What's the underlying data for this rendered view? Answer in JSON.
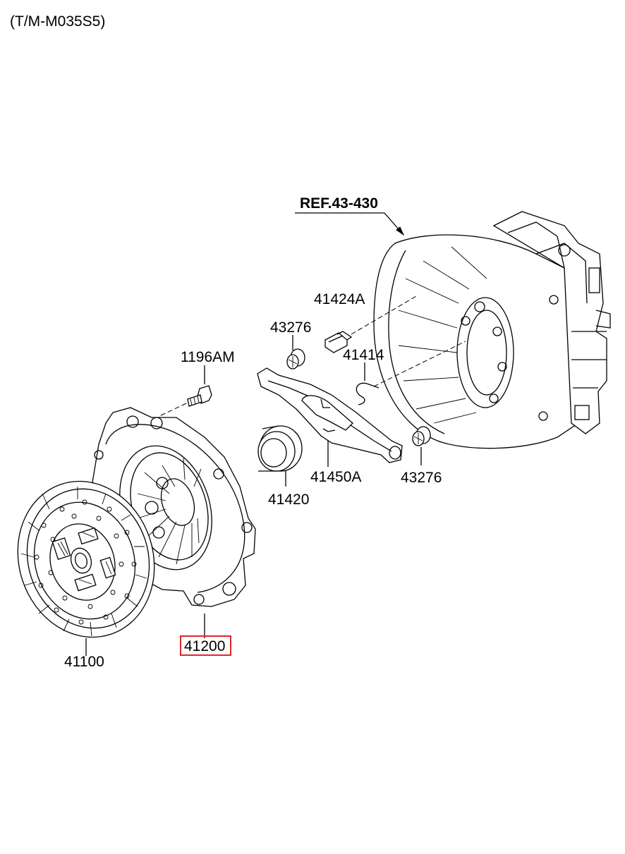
{
  "diagram": {
    "title": "(T/M-M035S5)",
    "reference_label": "REF.43-430",
    "highlight_color": "#e0262d",
    "parts": [
      {
        "id": "41424A",
        "label": "41424A"
      },
      {
        "id": "43276a",
        "label": "43276"
      },
      {
        "id": "1196AM",
        "label": "1196AM"
      },
      {
        "id": "41414",
        "label": "41414"
      },
      {
        "id": "41420",
        "label": "41420"
      },
      {
        "id": "41450A",
        "label": "41450A"
      },
      {
        "id": "43276b",
        "label": "43276"
      },
      {
        "id": "41200",
        "label": "41200",
        "highlighted": true
      },
      {
        "id": "41100",
        "label": "41100"
      }
    ]
  }
}
